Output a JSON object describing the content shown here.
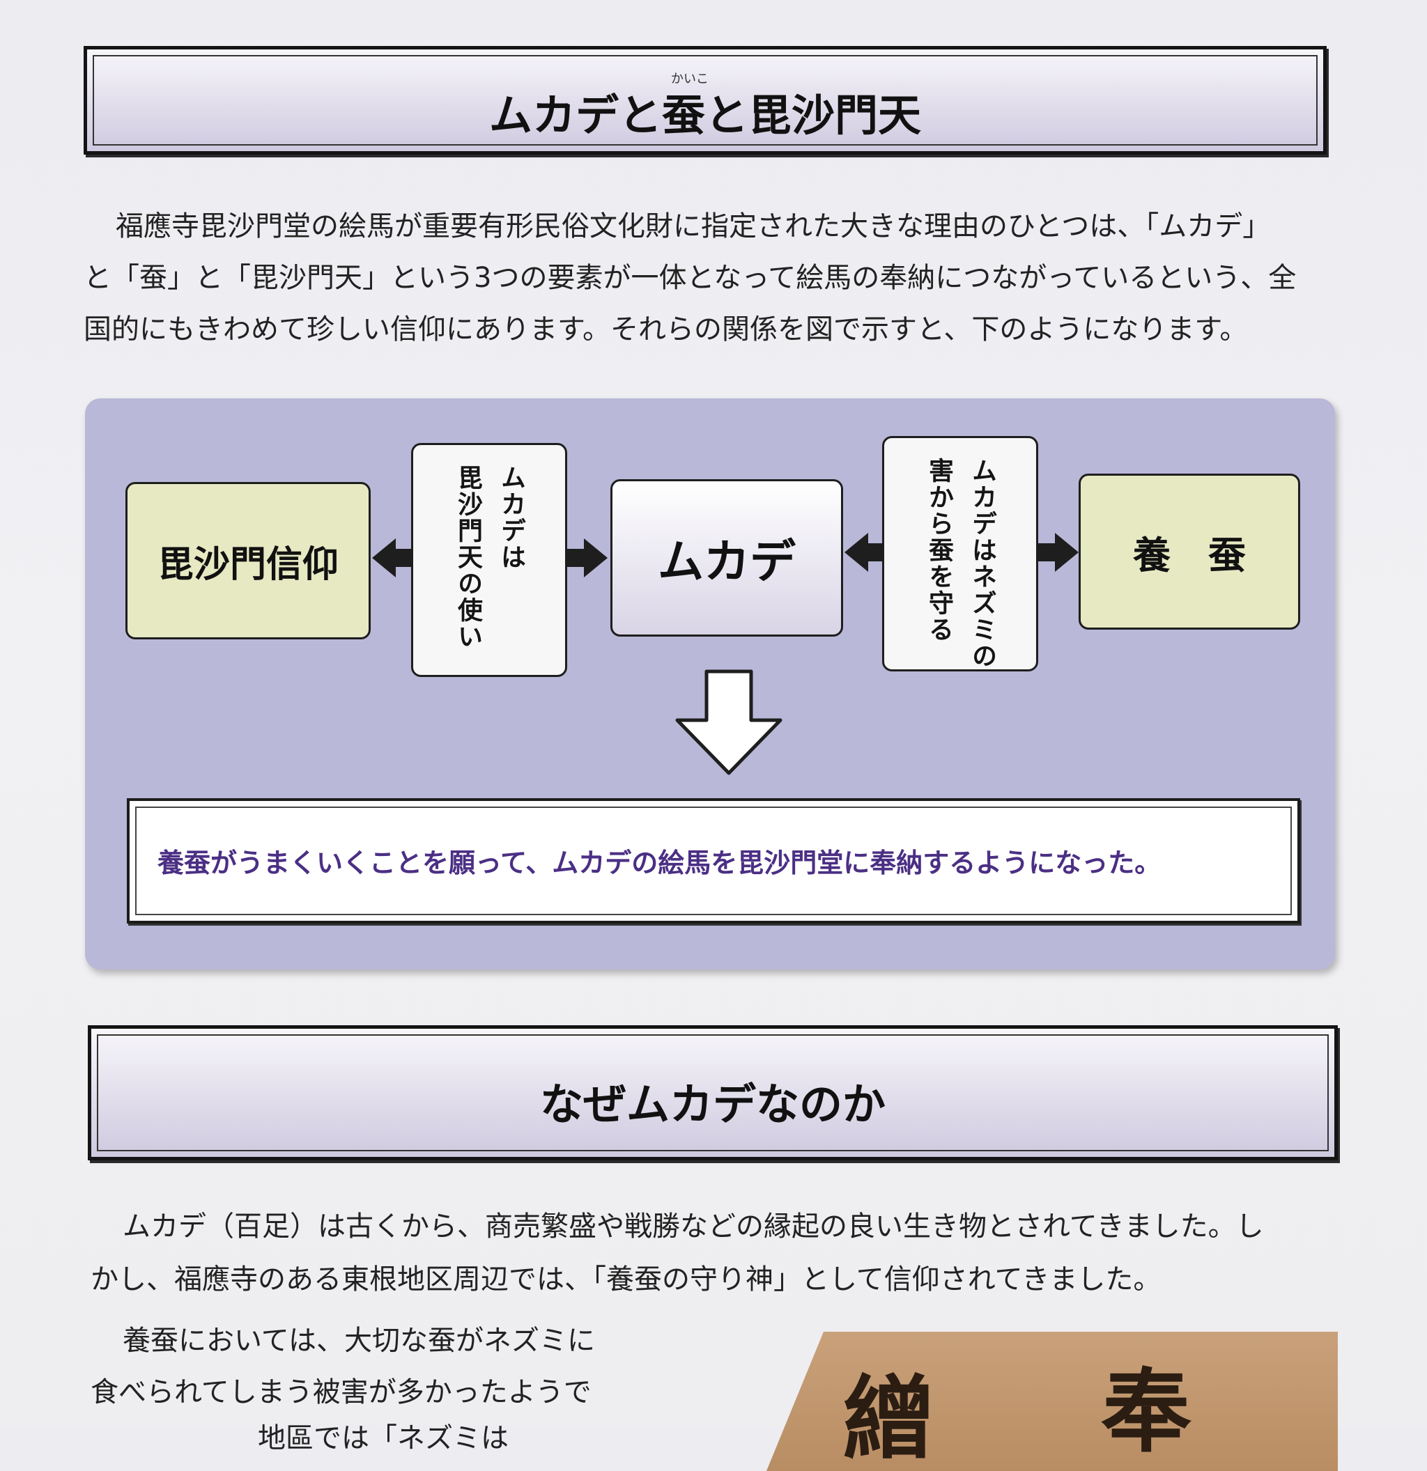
{
  "section1": {
    "title": "ムカデと蚕と毘沙門天",
    "ruby": "かいこ"
  },
  "intro": {
    "lines": [
      "福應寺毘沙門堂の絵馬が重要有形民俗文化財に指定された大きな理由のひとつは、「ムカデ」",
      "と「蚕」と「毘沙門天」という3つの要素が一体となって絵馬の奉納につながっているという、全",
      "国的にもきわめて珍しい信仰にあります。それらの関係を図で示すと、下のようになります。"
    ]
  },
  "diagram": {
    "left_node": "毘沙門信仰",
    "left_note": [
      "ムカデは",
      "毘沙門天の使い"
    ],
    "center_node": "ムカデ",
    "right_note": [
      "ムカデはネズミの",
      "害から蚕を守る"
    ],
    "right_node": "養　蚕",
    "conclusion": "養蚕がうまくいくことを願って、ムカデの絵馬を毘沙門堂に奉納するようになった。"
  },
  "section2": {
    "title": "なぜムカデなのか",
    "lines": [
      "ムカデ（百足）は古くから、商売繁盛や戦勝などの縁起の良い生き物とされてきました。し",
      "かし、福應寺のある東根地区周辺では、「養蚕の守り神」として信仰されてきました。"
    ],
    "lines2": [
      "養蚕においては、大切な蚕がネズミに",
      "食べられてしまう被害が多かったようで",
      "　　　　　　地區では「ネズミは"
    ]
  },
  "plaque": {
    "glyphs": [
      "繒",
      "奉"
    ]
  },
  "colors": {
    "diagram_bg": "#b9b8d8",
    "node_yellow": "#e7e9c3",
    "conclusion_text": "#4b2f84"
  }
}
